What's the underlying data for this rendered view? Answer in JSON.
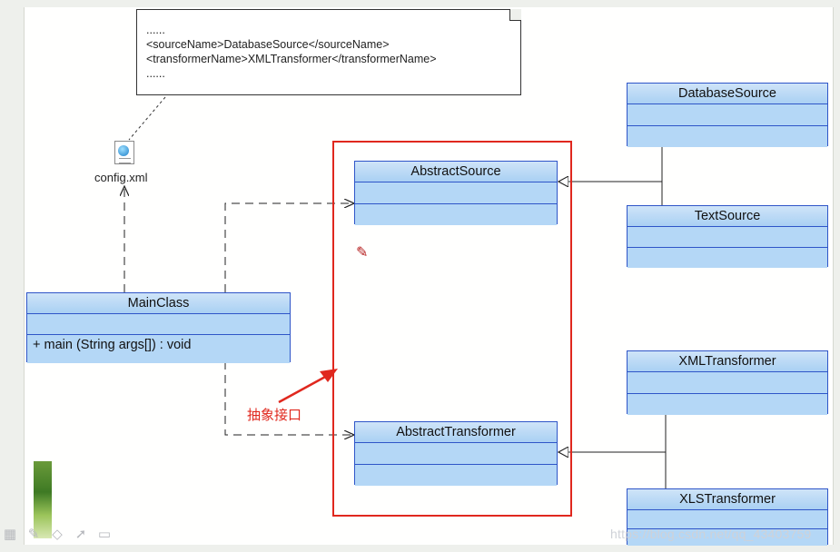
{
  "note": {
    "lines": [
      "......",
      "<sourceName>DatabaseSource</sourceName>",
      "<transformerName>XMLTransformer</transformerName>",
      "......"
    ]
  },
  "config_file": {
    "label": "config.xml",
    "icon": "xml-file-icon"
  },
  "classes": {
    "main": {
      "name": "MainClass",
      "operation": "+ main (String args[]) : void"
    },
    "abstract_source": {
      "name": "AbstractSource"
    },
    "abstract_transformer": {
      "name": "AbstractTransformer"
    },
    "database_source": {
      "name": "DatabaseSource"
    },
    "text_source": {
      "name": "TextSource"
    },
    "xml_transformer": {
      "name": "XMLTransformer"
    },
    "xls_transformer": {
      "name": "XLSTransformer"
    }
  },
  "annotation": {
    "text": "抽象接口",
    "color": "#e0281e"
  },
  "watermark": "https://blog.csdn.net/qq_43403759",
  "colors": {
    "class_fill": "#aed3f5",
    "class_border": "#2e55c8",
    "highlight": "#e0281e"
  },
  "toolbar_icons": [
    "slides-icon",
    "pen-icon",
    "eraser-icon",
    "pointer-icon",
    "screen-icon"
  ]
}
